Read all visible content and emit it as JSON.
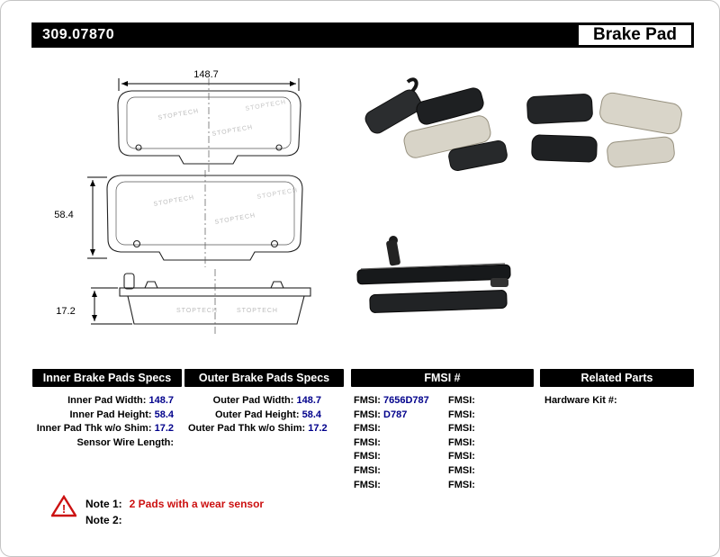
{
  "header": {
    "part_number": "309.07870",
    "product_name": "Brake Pad"
  },
  "drawing": {
    "dim_width": "148.7",
    "dim_height": "58.4",
    "dim_thickness": "17.2",
    "brand": "STOPTECH"
  },
  "specs": {
    "inner": {
      "title": "Inner Brake Pads Specs",
      "rows": [
        {
          "label": "Inner Pad Width:",
          "value": "148.7"
        },
        {
          "label": "Inner Pad Height:",
          "value": "58.4"
        },
        {
          "label": "Inner Pad Thk w/o Shim:",
          "value": "17.2"
        },
        {
          "label": "Sensor Wire Length:",
          "value": ""
        }
      ]
    },
    "outer": {
      "title": "Outer Brake Pads Specs",
      "rows": [
        {
          "label": "Outer Pad Width:",
          "value": "148.7"
        },
        {
          "label": "Outer Pad Height:",
          "value": "58.4"
        },
        {
          "label": "Outer Pad Thk w/o Shim:",
          "value": "17.2"
        }
      ]
    },
    "fmsi": {
      "title": "FMSI #",
      "col1": [
        {
          "label": "FMSI:",
          "value": "7656D787"
        },
        {
          "label": "FMSI:",
          "value": "D787"
        },
        {
          "label": "FMSI:",
          "value": ""
        },
        {
          "label": "FMSI:",
          "value": ""
        },
        {
          "label": "FMSI:",
          "value": ""
        },
        {
          "label": "FMSI:",
          "value": ""
        },
        {
          "label": "FMSI:",
          "value": ""
        }
      ],
      "col2": [
        {
          "label": "FMSI:",
          "value": ""
        },
        {
          "label": "FMSI:",
          "value": ""
        },
        {
          "label": "FMSI:",
          "value": ""
        },
        {
          "label": "FMSI:",
          "value": ""
        },
        {
          "label": "FMSI:",
          "value": ""
        },
        {
          "label": "FMSI:",
          "value": ""
        },
        {
          "label": "FMSI:",
          "value": ""
        }
      ]
    },
    "related": {
      "title": "Related Parts",
      "rows": [
        {
          "label": "Hardware Kit #:",
          "value": ""
        }
      ]
    }
  },
  "notes": {
    "warning_mark": "!",
    "note1_label": "Note 1:",
    "note1_text": "2 Pads with a wear sensor",
    "note2_label": "Note 2:",
    "note2_text": ""
  },
  "colors": {
    "header_bg": "#000000",
    "value_blue": "#00008b",
    "note_red": "#cc1111"
  }
}
